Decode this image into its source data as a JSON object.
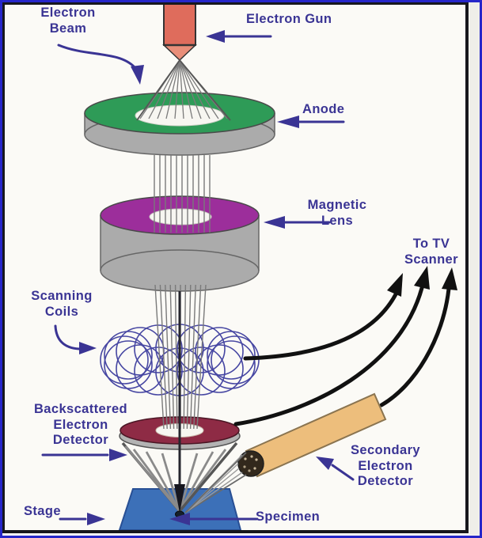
{
  "diagram_labels": {
    "electron_beam": "Electron\nBeam",
    "electron_gun": "Electron Gun",
    "anode": "Anode",
    "magnetic_lens": "Magnetic\nLens",
    "to_tv_scanner": "To TV\nScanner",
    "scanning_coils": "Scanning\nCoils",
    "backscattered_electron_detector": "Backscattered\nElectron\nDetector",
    "secondary_electron_detector": "Secondary\nElectron\nDetector",
    "stage": "Stage",
    "specimen": "Specimen"
  },
  "colors": {
    "label_text": "#3A3494",
    "electron_gun": "#DF6C5C",
    "electron_gun_funnel": "#E98E79",
    "anode_green": "#2E9B57",
    "magnetic_lens_purple": "#9C2E9B",
    "backscattered_maroon": "#8E2B45",
    "stage_blue": "#3C70B8",
    "secondary_detector_tan": "#EDBE7C",
    "metal_gray": "#ABABAB",
    "coil_blue": "#4646A2",
    "scanner_arrow_black": "#111111",
    "frame_blue": "#2626C9"
  }
}
